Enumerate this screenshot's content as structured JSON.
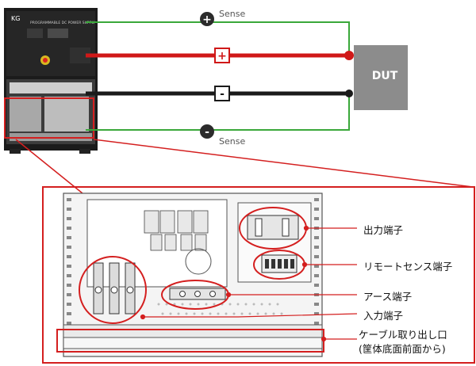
{
  "top": {
    "dut_label": "DUT",
    "sense_label": "Sense",
    "plus_symbol": "+",
    "minus_symbol": "-",
    "front_panel_text": "PROGRAMMABLE DC POWER SUPPLY",
    "brand": "KG",
    "colors": {
      "sense_line": "#3aa83a",
      "plus_line": "#d01818",
      "minus_line": "#1a1a1a",
      "dut_box": "#8c8c8c",
      "highlight": "#d41f1f"
    }
  },
  "callouts": {
    "output_terminal": "出力端子",
    "remote_sense_terminal": "リモートセンス端子",
    "earth_terminal": "アース端子",
    "input_terminal": "入力端子",
    "cable_outlet_line1": "ケーブル取り出し口",
    "cable_outlet_line2": "(筐体底面前面から)"
  }
}
